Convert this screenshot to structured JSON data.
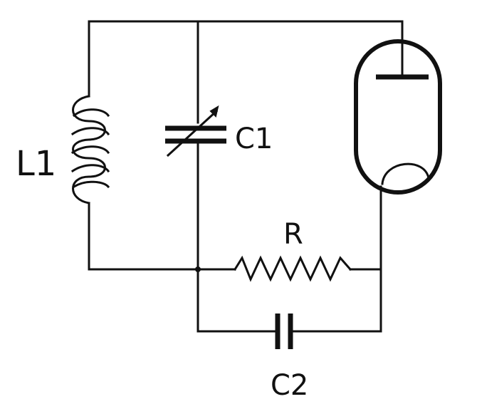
{
  "components": {
    "inductor": {
      "label": "L1"
    },
    "capacitor_variable": {
      "label": "C1"
    },
    "resistor": {
      "label": "R"
    },
    "capacitor_fixed": {
      "label": "C2"
    }
  },
  "colors": {
    "ink": "#111111",
    "paper": "#ffffff"
  }
}
